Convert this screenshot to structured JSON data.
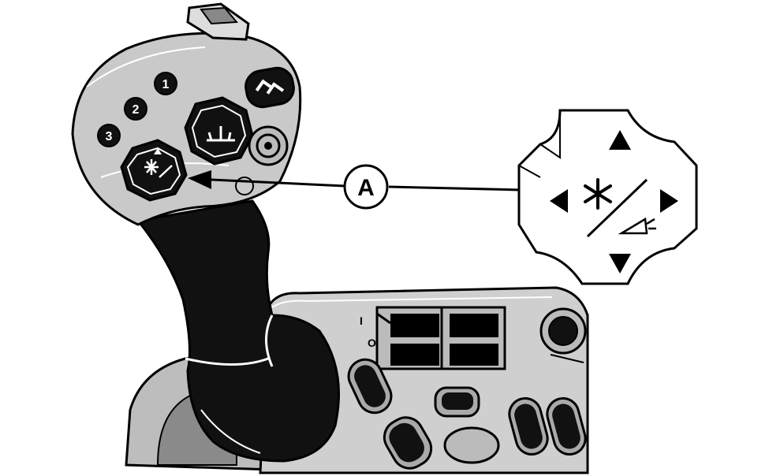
{
  "callout": {
    "label": "A"
  },
  "joystick_buttons": [
    "3",
    "2",
    "1"
  ],
  "colors": {
    "outline": "#000000",
    "handle": "#111111",
    "shell": "#c9c9c9",
    "console": "#cfcfcf",
    "background": "#ffffff"
  }
}
